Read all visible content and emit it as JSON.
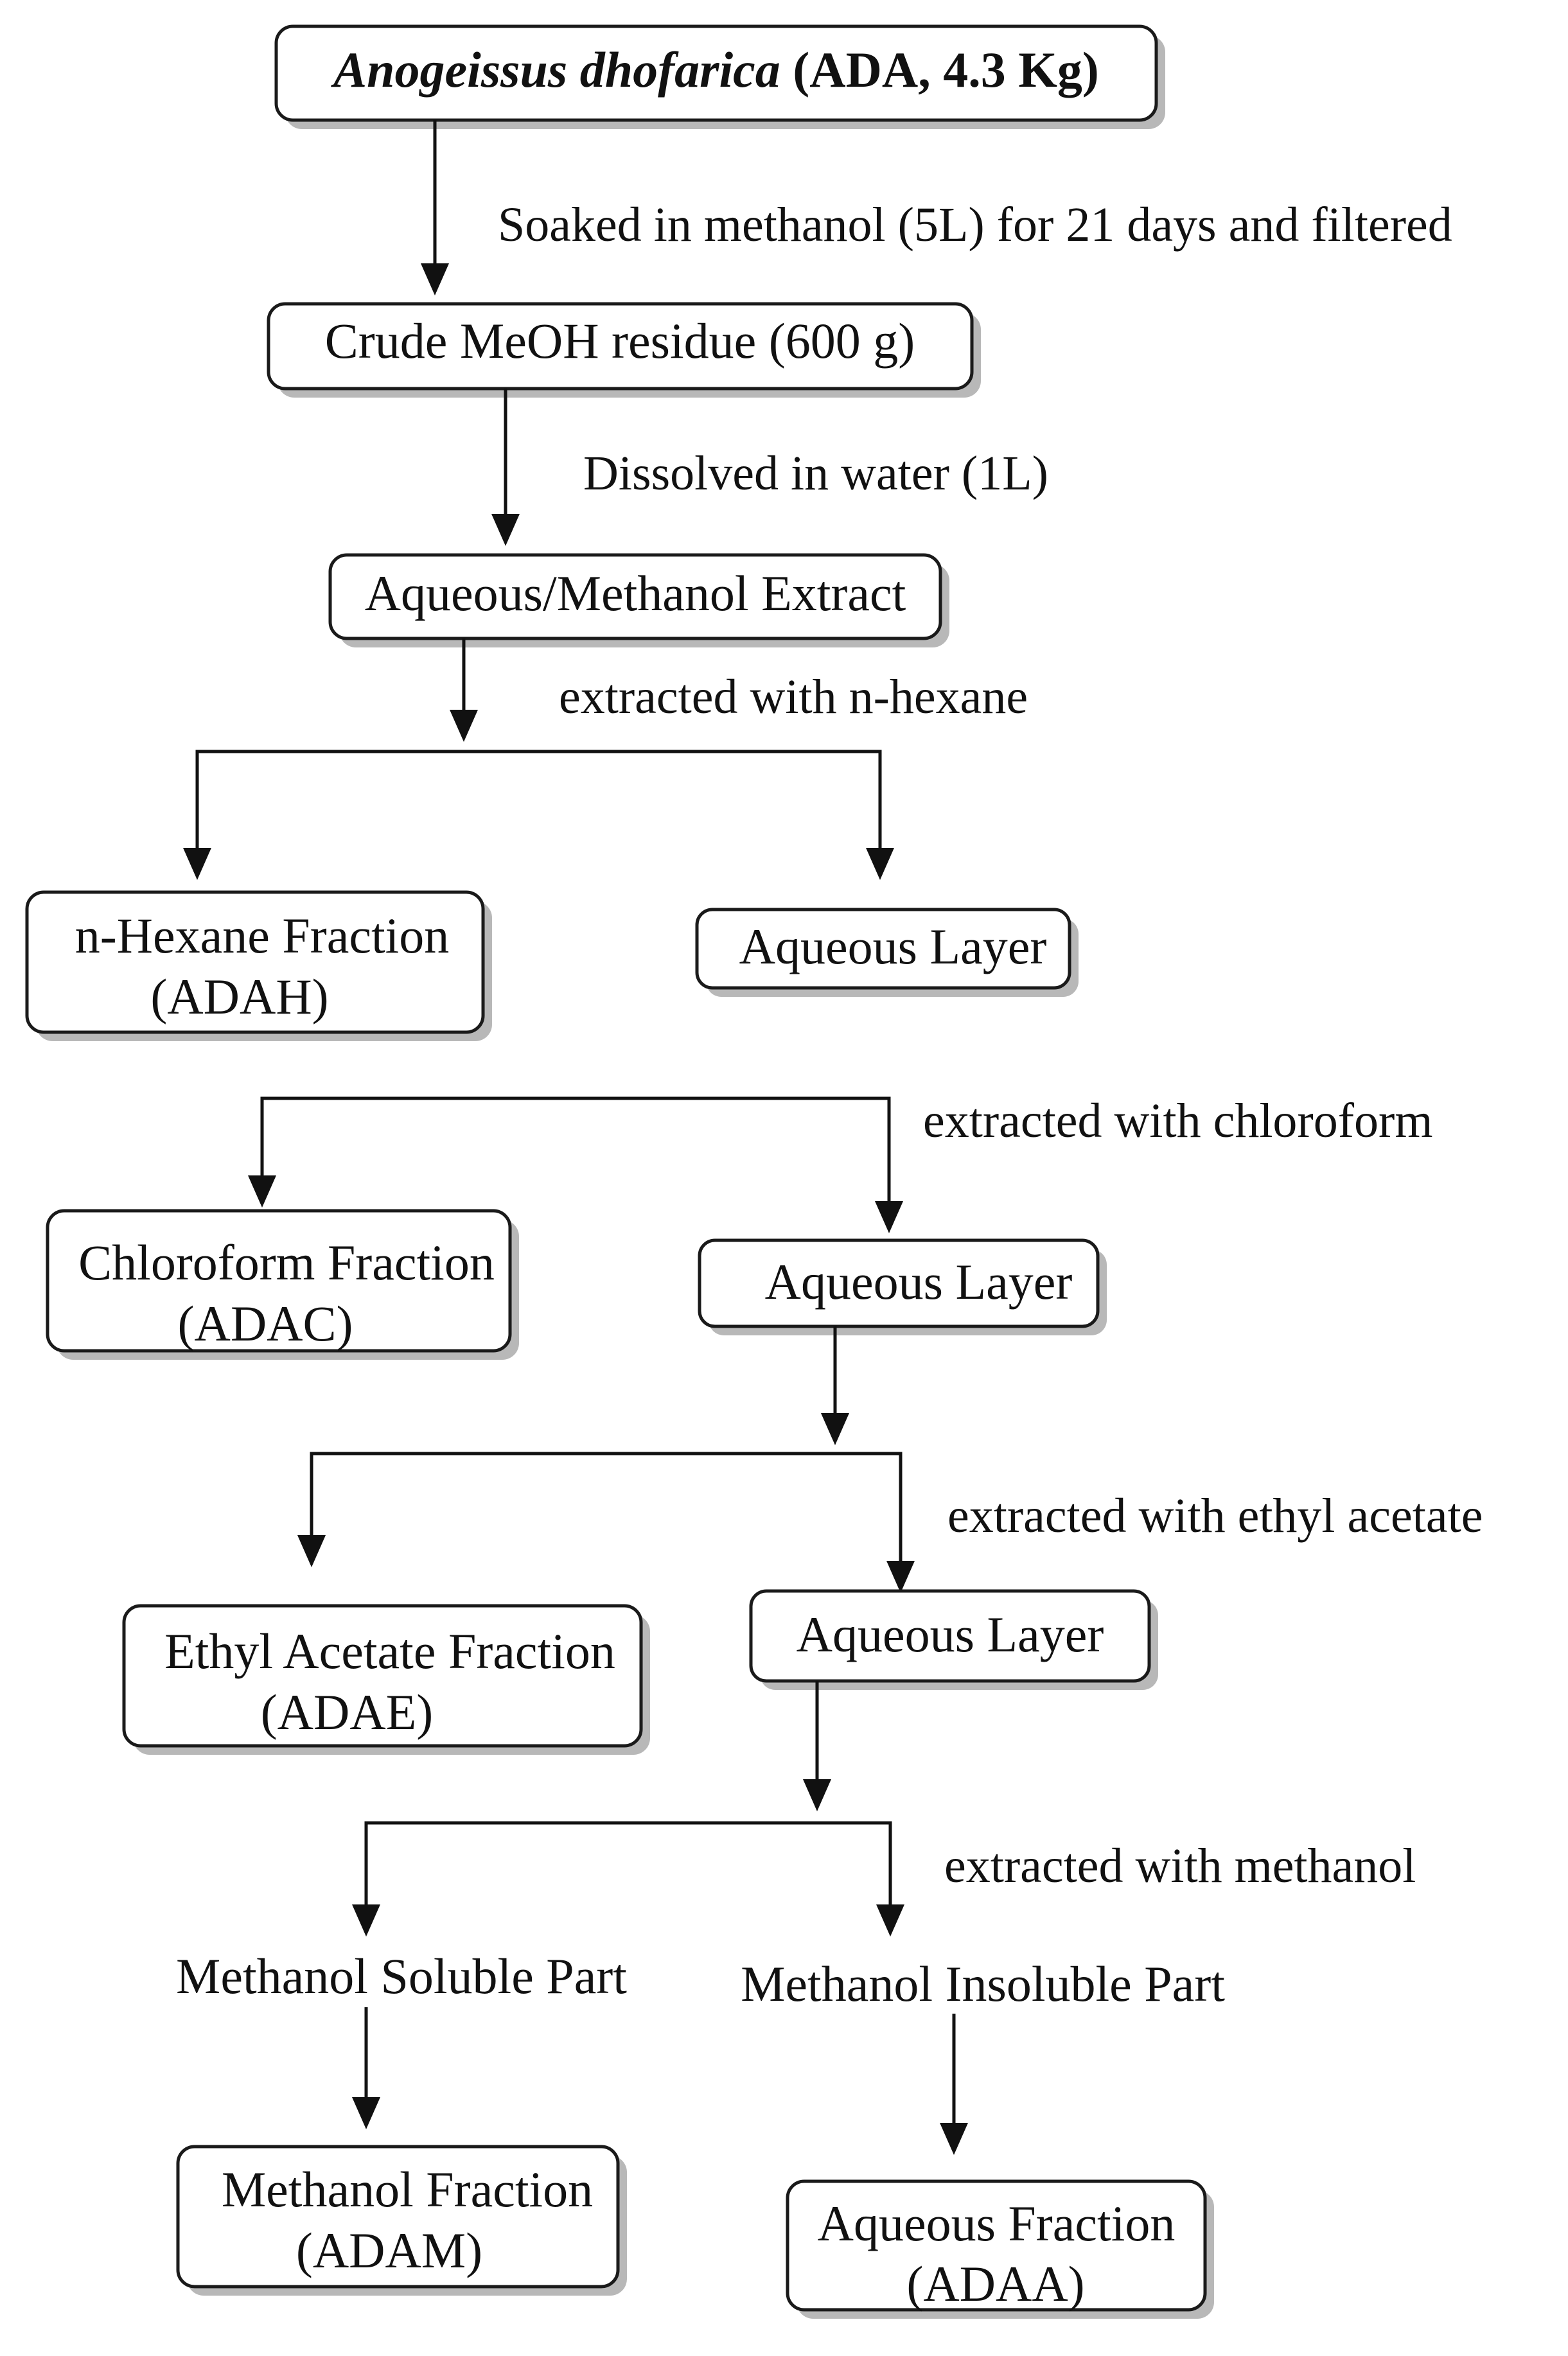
{
  "nodes": {
    "source": {
      "italic": "Anogeissus dhofarica",
      "rest": " (ADA, 4.3 Kg)"
    },
    "crude": {
      "line1": "Crude MeOH residue (600 g)"
    },
    "aq_meoh": {
      "line1": "Aqueous/Methanol Extract"
    },
    "hexane": {
      "line1": "n-Hexane Fraction",
      "line2": "(ADAH)"
    },
    "aq1": {
      "line1": "Aqueous Layer"
    },
    "chloro": {
      "line1": "Chloroform Fraction",
      "line2": "(ADAC)"
    },
    "aq2": {
      "line1": "Aqueous Layer"
    },
    "ethyl": {
      "line1": "Ethyl Acetate Fraction",
      "line2": "(ADAE)"
    },
    "aq3": {
      "line1": "Aqueous Layer"
    },
    "meoh_sol": {
      "line1": "Methanol Soluble Part"
    },
    "meoh_insol": {
      "line1": "Methanol Insoluble Part"
    },
    "meoh_frac": {
      "line1": "Methanol Fraction",
      "line2": "(ADAM)"
    },
    "aq_frac": {
      "line1": "Aqueous Fraction",
      "line2": "(ADAA)"
    }
  },
  "steps": {
    "soak": "Soaked in methanol (5L) for 21 days and filtered",
    "dissolve": "Dissolved in water (1L)",
    "hexane": "extracted with n-hexane",
    "chloroform": "extracted with chloroform",
    "ethyl_acetate": "extracted with ethyl acetate",
    "methanol": "extracted with methanol"
  }
}
